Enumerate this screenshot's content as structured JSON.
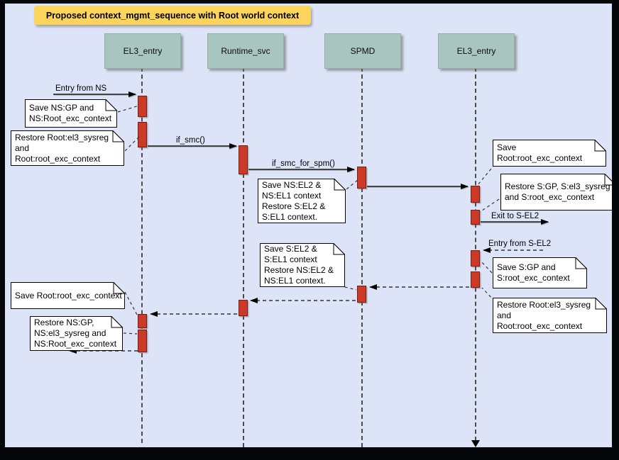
{
  "title": "Proposed context_mgmt_sequence with Root world context",
  "colors": {
    "background": "#DDE4F8",
    "title_bg": "#FCD45B",
    "actor_bg": "#A9C5BF",
    "activation_fill": "#CB3A27",
    "activation_border": "#7D1C10",
    "note_bg": "#FFFFFF"
  },
  "actors": [
    {
      "label": "EL3_entry"
    },
    {
      "label": "Runtime_svc"
    },
    {
      "label": "SPMD"
    },
    {
      "label": "EL3_entry"
    }
  ],
  "messages": {
    "entry_from_ns": "Entry from NS",
    "if_smc": "if_smc()",
    "if_smc_for_spm": "if_smc_for_spm()",
    "exit_to_sel2": "Exit to S-EL2",
    "entry_from_sel2": "Entry from S-EL2"
  },
  "notes": {
    "save_ns_gp": "Save NS:GP and\nNS:Root_exc_context",
    "restore_root_sysreg_top": "Restore Root:el3_sysreg\nand\nRoot:root_exc_context",
    "save_ns_el2": "Save NS:EL2 &\nNS:EL1 context\nRestore S:EL2 &\nS:EL1 context.",
    "save_root_exc_top": "Save Root:root_exc_context",
    "restore_s_gp": "Restore S:GP, S:el3_sysreg\nand S:root_exc_context",
    "save_s_gp": "Save S:GP and\nS:root_exc_context",
    "restore_root_sysreg_bottom": "Restore Root:el3_sysreg\nand\nRoot:root_exc_context",
    "save_s_el2": "Save S:EL2 &\nS:EL1 context\nRestore NS:EL2 &\nNS:EL1 context.",
    "save_root_exc_bottom": "Save Root:root_exc_context",
    "restore_ns_gp": "Restore NS:GP,\nNS:el3_sysreg and\nNS:Root_exc_context"
  }
}
